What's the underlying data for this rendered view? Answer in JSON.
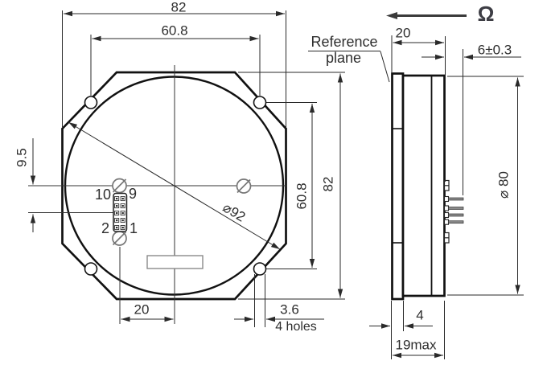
{
  "front": {
    "width_top": "82",
    "hole_pitch_top": "60.8",
    "connector_offset_vertical": "9.5",
    "pin_10": "10",
    "pin_9": "9",
    "pin_2": "2",
    "pin_1": "1",
    "corner_diameter": "⌀92",
    "hole_pitch_right": "60.8",
    "height_right": "82",
    "connector_offset_horizontal": "20",
    "hole_diameter": "3.6",
    "holes_note": "4 holes"
  },
  "side": {
    "reference_plane_line1": "Reference",
    "reference_plane_line2": "plane",
    "depth": "20",
    "pin_length": "6±0.3",
    "body_diameter": "⌀ 80",
    "flange_thickness": "4",
    "max_depth": "19max",
    "rotation_symbol": "Ω"
  },
  "colors": {
    "background": "#ffffff",
    "outline": "#111111",
    "dimension": "#2a2a2a",
    "detail_gray": "#7a7a7a",
    "text": "#2e2e2e"
  }
}
